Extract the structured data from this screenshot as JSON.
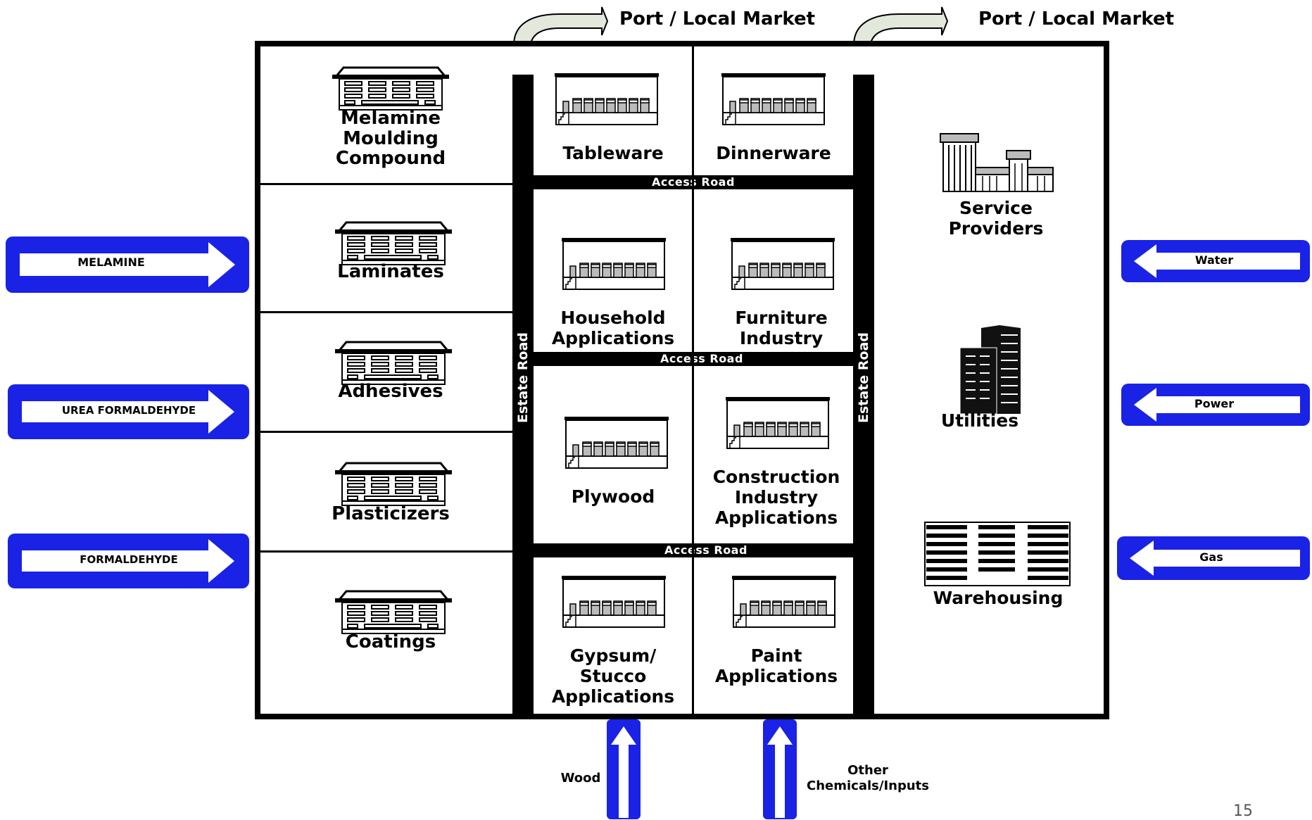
{
  "top_labels": [
    "Port / Local Market",
    "Port / Local Market"
  ],
  "left_column": [
    {
      "label": "Melamine\nMoulding\nCompound"
    },
    {
      "label": "Laminates"
    },
    {
      "label": "Adhesives"
    },
    {
      "label": "Plasticizers"
    },
    {
      "label": "Coatings"
    }
  ],
  "middle_cells": [
    {
      "label": "Tableware"
    },
    {
      "label": "Dinnerware"
    },
    {
      "label": "Household\nApplications"
    },
    {
      "label": "Furniture\nIndustry"
    },
    {
      "label": "Plywood"
    },
    {
      "label": "Construction\nIndustry\nApplications"
    },
    {
      "label": "Gypsum/\nStucco\nApplications"
    },
    {
      "label": "Paint\nApplications"
    }
  ],
  "access_roads": [
    "Access Road",
    "Access Road",
    "Access Road"
  ],
  "estate_roads": [
    "Estate Road",
    "Estate Road"
  ],
  "right_column": [
    {
      "label": "Service\nProviders",
      "icon": "office-building-icon"
    },
    {
      "label": "Utilities",
      "icon": "tower-buildings-icon"
    },
    {
      "label": "Warehousing",
      "icon": "warehouse-icon"
    }
  ],
  "left_inputs": [
    "MELAMINE",
    "UREA FORMALDEHYDE",
    "FORMALDEHYDE"
  ],
  "right_inputs": [
    "Water",
    "Power",
    "Gas"
  ],
  "bottom_inputs": [
    "Wood",
    "Other\nChemicals/Inputs"
  ],
  "page_number": "15",
  "colors": {
    "arrow_blue": "#1a22e6",
    "curved_arrow_fill": "#e3e8dc",
    "road": "#000000"
  }
}
